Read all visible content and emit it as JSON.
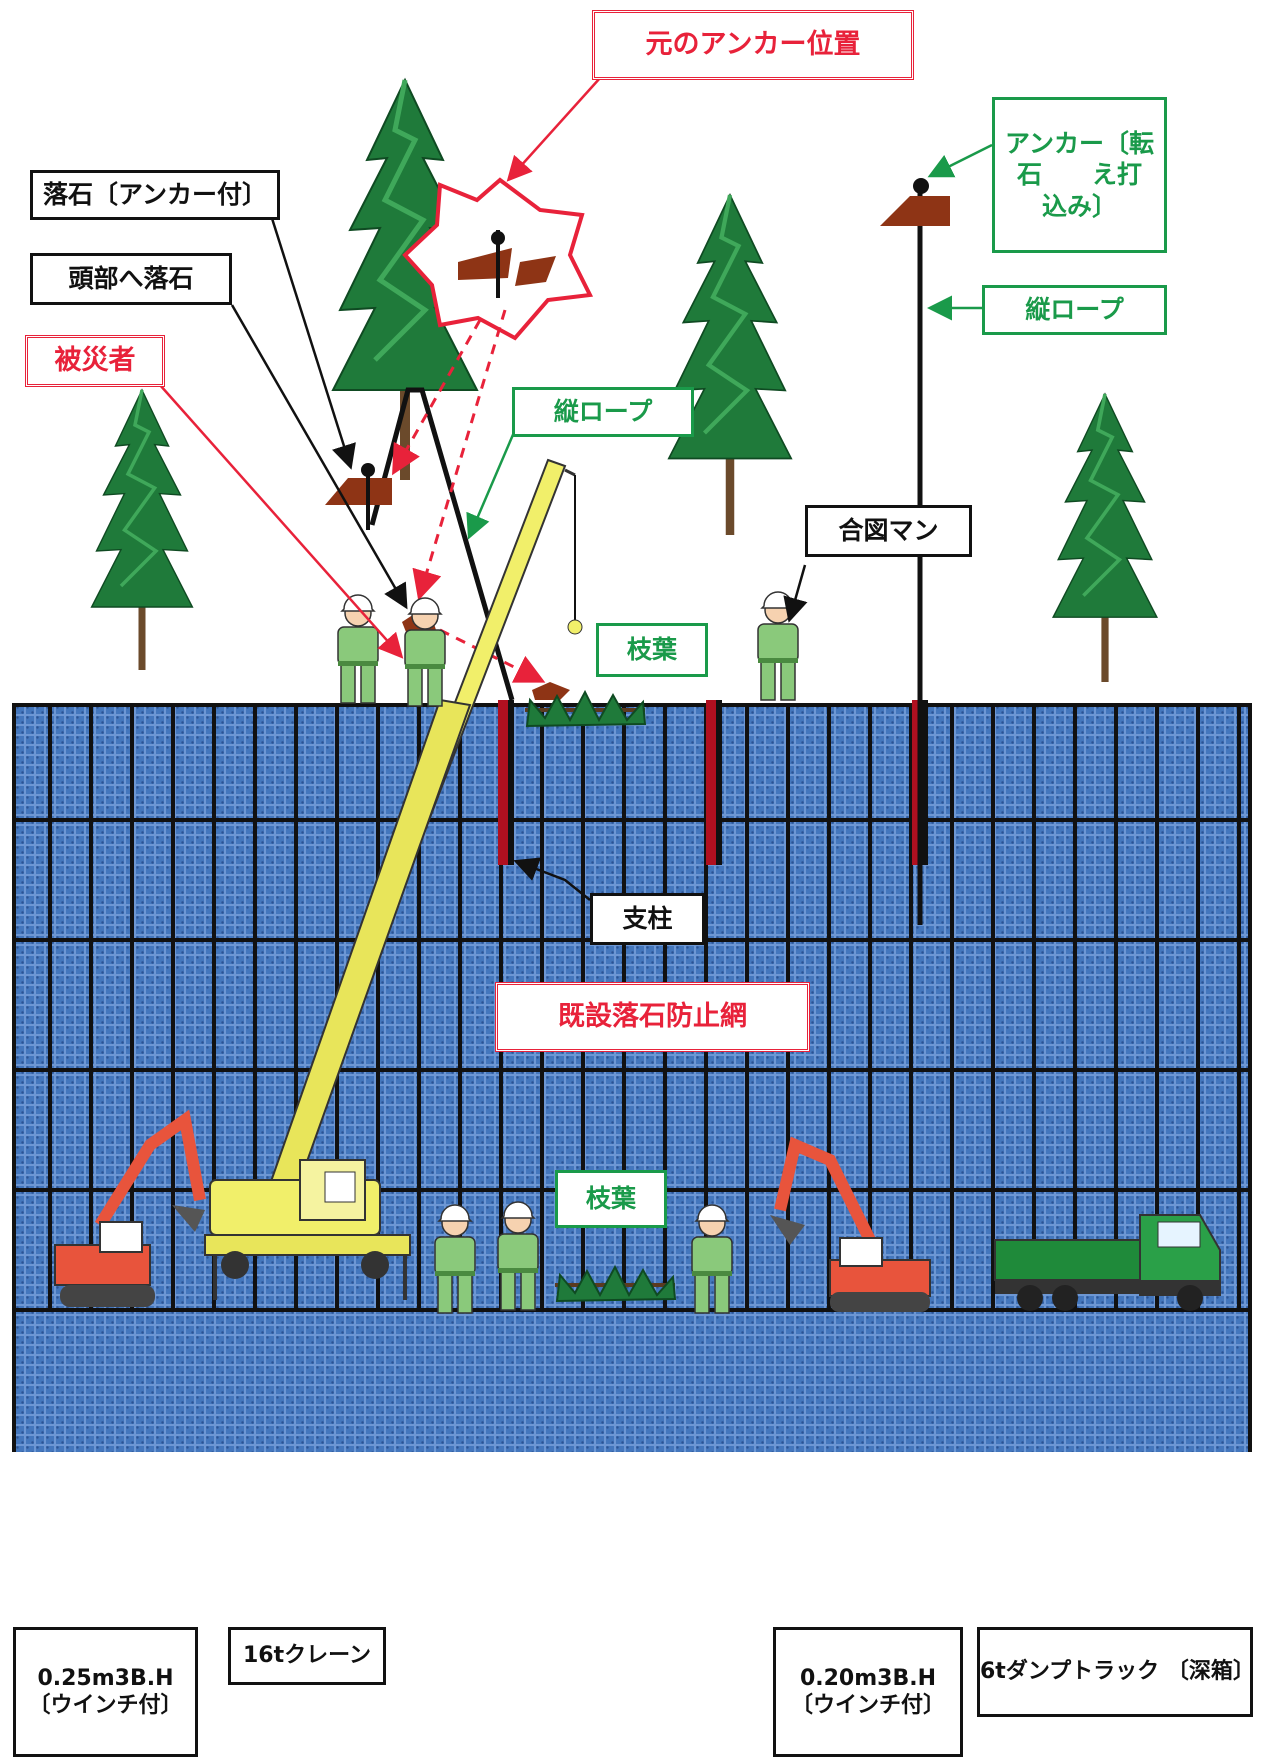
{
  "labels": {
    "original_anchor": "元のアンカー位置",
    "falling_rock_anchor": "落石〔アンカー付〕",
    "rock_to_head": "頭部へ落石",
    "victim": "被災者",
    "vertical_rope_top": "縦ロープ",
    "vertical_rope_mid": "縦ロープ",
    "anchor_driven": "アンカー〔転\n石　　え打\n込み〕",
    "signal_man": "合図マン",
    "branches_top": "枝葉",
    "branches_bottom": "枝葉",
    "post": "支柱",
    "existing_net": "既設落石防止網"
  },
  "equipment": [
    {
      "id": "bh025",
      "label": "0.25m3B.H\n〔ウインチ付〕"
    },
    {
      "id": "crane",
      "label": "16tクレーン"
    },
    {
      "id": "bh020",
      "label": "0.20m3B.H\n〔ウインチ付〕"
    },
    {
      "id": "dump",
      "label": "6tダンプトラック 〔深箱〕"
    }
  ],
  "colors": {
    "net": "#3f6fb7",
    "frame": "#111111",
    "post": "#b01020",
    "tree": "#1f7a3a",
    "crane": "#f1ef6a",
    "excavator": "#e8543c",
    "rock": "#8e3415",
    "label_red": "#e8223a",
    "label_green": "#1a9a4a"
  }
}
